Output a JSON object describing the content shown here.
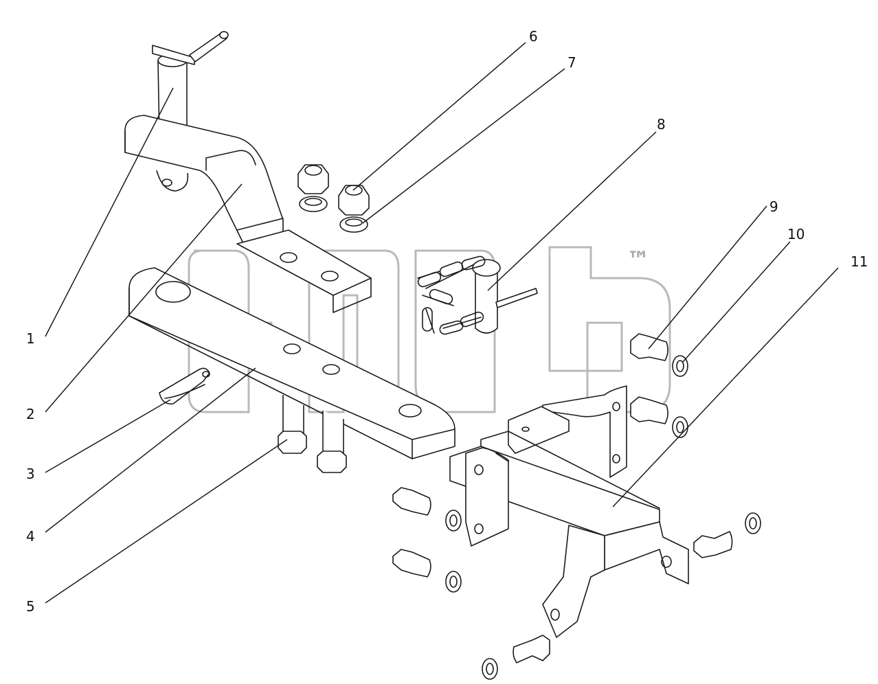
{
  "callouts": [
    "1",
    "2",
    "3",
    "4",
    "5",
    "6",
    "7",
    "8",
    "9",
    "10",
    "11"
  ],
  "watermark": {
    "mark": "™"
  }
}
